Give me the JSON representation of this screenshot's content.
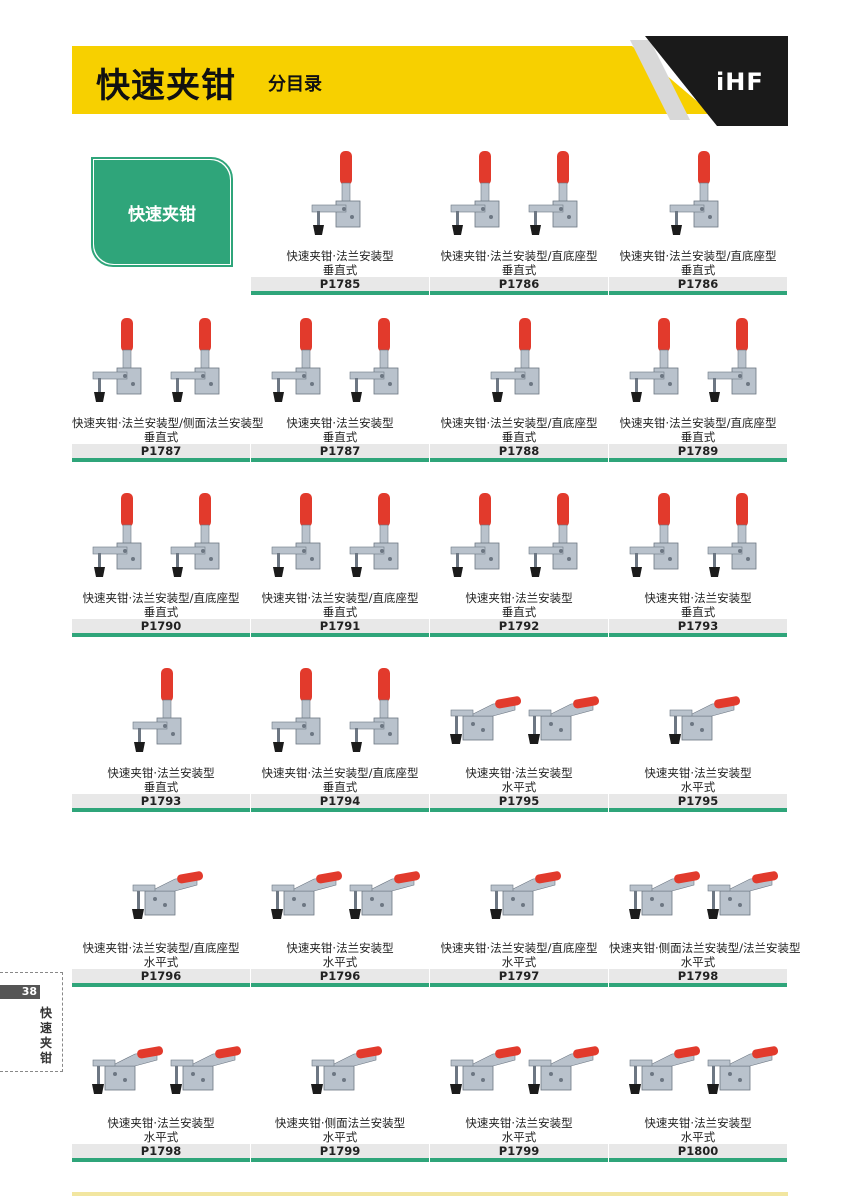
{
  "header": {
    "title": "快速夹钳",
    "subtitle": "分目录",
    "logo": "iHF",
    "colors": {
      "yellow": "#f7d000",
      "black": "#1a1a1a",
      "green": "#2fa57a"
    }
  },
  "category_badge": "快速夹钳",
  "side_tab": {
    "page_number": "38",
    "label": "快速夹钳"
  },
  "products": [
    {
      "name": "快速夹钳·法兰安装型",
      "style": "垂直式",
      "code": "P1785",
      "orientation": "vertical",
      "units": 1
    },
    {
      "name": "快速夹钳·法兰安装型/直底座型",
      "style": "垂直式",
      "code": "P1786",
      "orientation": "vertical",
      "units": 2
    },
    {
      "name": "快速夹钳·法兰安装型/直底座型",
      "style": "垂直式",
      "code": "P1786",
      "orientation": "vertical",
      "units": 1
    },
    {
      "name": "快速夹钳·法兰安装型/侧面法兰安装型",
      "style": "垂直式",
      "code": "P1787",
      "orientation": "vertical",
      "units": 2
    },
    {
      "name": "快速夹钳·法兰安装型",
      "style": "垂直式",
      "code": "P1787",
      "orientation": "vertical",
      "units": 2
    },
    {
      "name": "快速夹钳·法兰安装型/直底座型",
      "style": "垂直式",
      "code": "P1788",
      "orientation": "vertical",
      "units": 1
    },
    {
      "name": "快速夹钳·法兰安装型/直底座型",
      "style": "垂直式",
      "code": "P1789",
      "orientation": "vertical",
      "units": 2
    },
    {
      "name": "快速夹钳·法兰安装型/直底座型",
      "style": "垂直式",
      "code": "P1790",
      "orientation": "vertical",
      "units": 2
    },
    {
      "name": "快速夹钳·法兰安装型/直底座型",
      "style": "垂直式",
      "code": "P1791",
      "orientation": "vertical",
      "units": 2
    },
    {
      "name": "快速夹钳·法兰安装型",
      "style": "垂直式",
      "code": "P1792",
      "orientation": "vertical",
      "units": 2
    },
    {
      "name": "快速夹钳·法兰安装型",
      "style": "垂直式",
      "code": "P1793",
      "orientation": "vertical",
      "units": 2
    },
    {
      "name": "快速夹钳·法兰安装型",
      "style": "垂直式",
      "code": "P1793",
      "orientation": "vertical",
      "units": 1
    },
    {
      "name": "快速夹钳·法兰安装型/直底座型",
      "style": "垂直式",
      "code": "P1794",
      "orientation": "vertical",
      "units": 2
    },
    {
      "name": "快速夹钳·法兰安装型",
      "style": "水平式",
      "code": "P1795",
      "orientation": "horizontal",
      "units": 2
    },
    {
      "name": "快速夹钳·法兰安装型",
      "style": "水平式",
      "code": "P1795",
      "orientation": "horizontal",
      "units": 1
    },
    {
      "name": "快速夹钳·法兰安装型/直底座型",
      "style": "水平式",
      "code": "P1796",
      "orientation": "horizontal",
      "units": 1
    },
    {
      "name": "快速夹钳·法兰安装型",
      "style": "水平式",
      "code": "P1796",
      "orientation": "horizontal",
      "units": 2
    },
    {
      "name": "快速夹钳·法兰安装型/直底座型",
      "style": "水平式",
      "code": "P1797",
      "orientation": "horizontal",
      "units": 1
    },
    {
      "name": "快速夹钳·侧面法兰安装型/法兰安装型",
      "style": "水平式",
      "code": "P1798",
      "orientation": "horizontal",
      "units": 2
    },
    {
      "name": "快速夹钳·法兰安装型",
      "style": "水平式",
      "code": "P1798",
      "orientation": "horizontal",
      "units": 2
    },
    {
      "name": "快速夹钳·侧面法兰安装型",
      "style": "水平式",
      "code": "P1799",
      "orientation": "horizontal",
      "units": 1
    },
    {
      "name": "快速夹钳·法兰安装型",
      "style": "水平式",
      "code": "P1799",
      "orientation": "horizontal",
      "units": 2
    },
    {
      "name": "快速夹钳·法兰安装型",
      "style": "水平式",
      "code": "P1800",
      "orientation": "horizontal",
      "units": 2
    }
  ]
}
